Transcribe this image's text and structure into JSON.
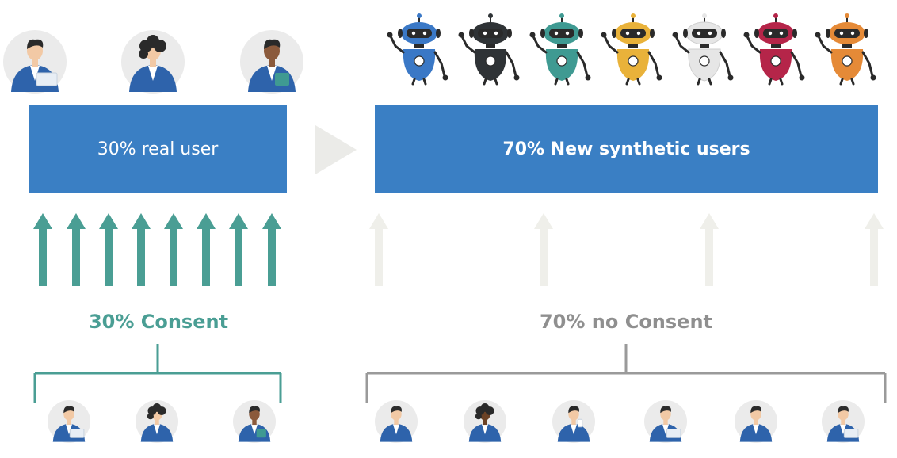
{
  "real_box": {
    "label": "30% real user"
  },
  "synthetic_box": {
    "label": "70% New synthetic users"
  },
  "consent": {
    "label": "30% Consent"
  },
  "no_consent": {
    "label": "70% no Consent"
  },
  "colors": {
    "box_blue": "#3a7fc4",
    "consent_teal": "#4a9e94",
    "no_consent_gray": "#8f8f8f",
    "faded_arrow": "#efefea",
    "play_gray": "#ebebe8",
    "bracket_gray": "#9a9a9a",
    "suit_blue": "#2e63ab"
  },
  "icons": {
    "real_users": [
      "businessman-laptop-icon",
      "businesswoman-presenting-icon",
      "businessman-folder-icon"
    ],
    "robots": [
      {
        "name": "robot-blue-icon",
        "color": "#3a78c6"
      },
      {
        "name": "robot-black-icon",
        "color": "#2f3336"
      },
      {
        "name": "robot-teal-icon",
        "color": "#3f9a92"
      },
      {
        "name": "robot-yellow-icon",
        "color": "#e9b23a"
      },
      {
        "name": "robot-white-icon",
        "color": "#e6e6e6"
      },
      {
        "name": "robot-crimson-icon",
        "color": "#b52549"
      },
      {
        "name": "robot-orange-icon",
        "color": "#e58a37"
      }
    ],
    "consent_users": [
      "businessman-laptop-icon",
      "businesswoman-presenting-icon",
      "businessman-folder-icon"
    ],
    "no_consent_users": [
      "person-clapping-icon",
      "woman-thumbs-up-icon",
      "woman-phone-icon",
      "person-at-computer-icon",
      "man-thinking-icon",
      "man-laptop-icon"
    ]
  }
}
